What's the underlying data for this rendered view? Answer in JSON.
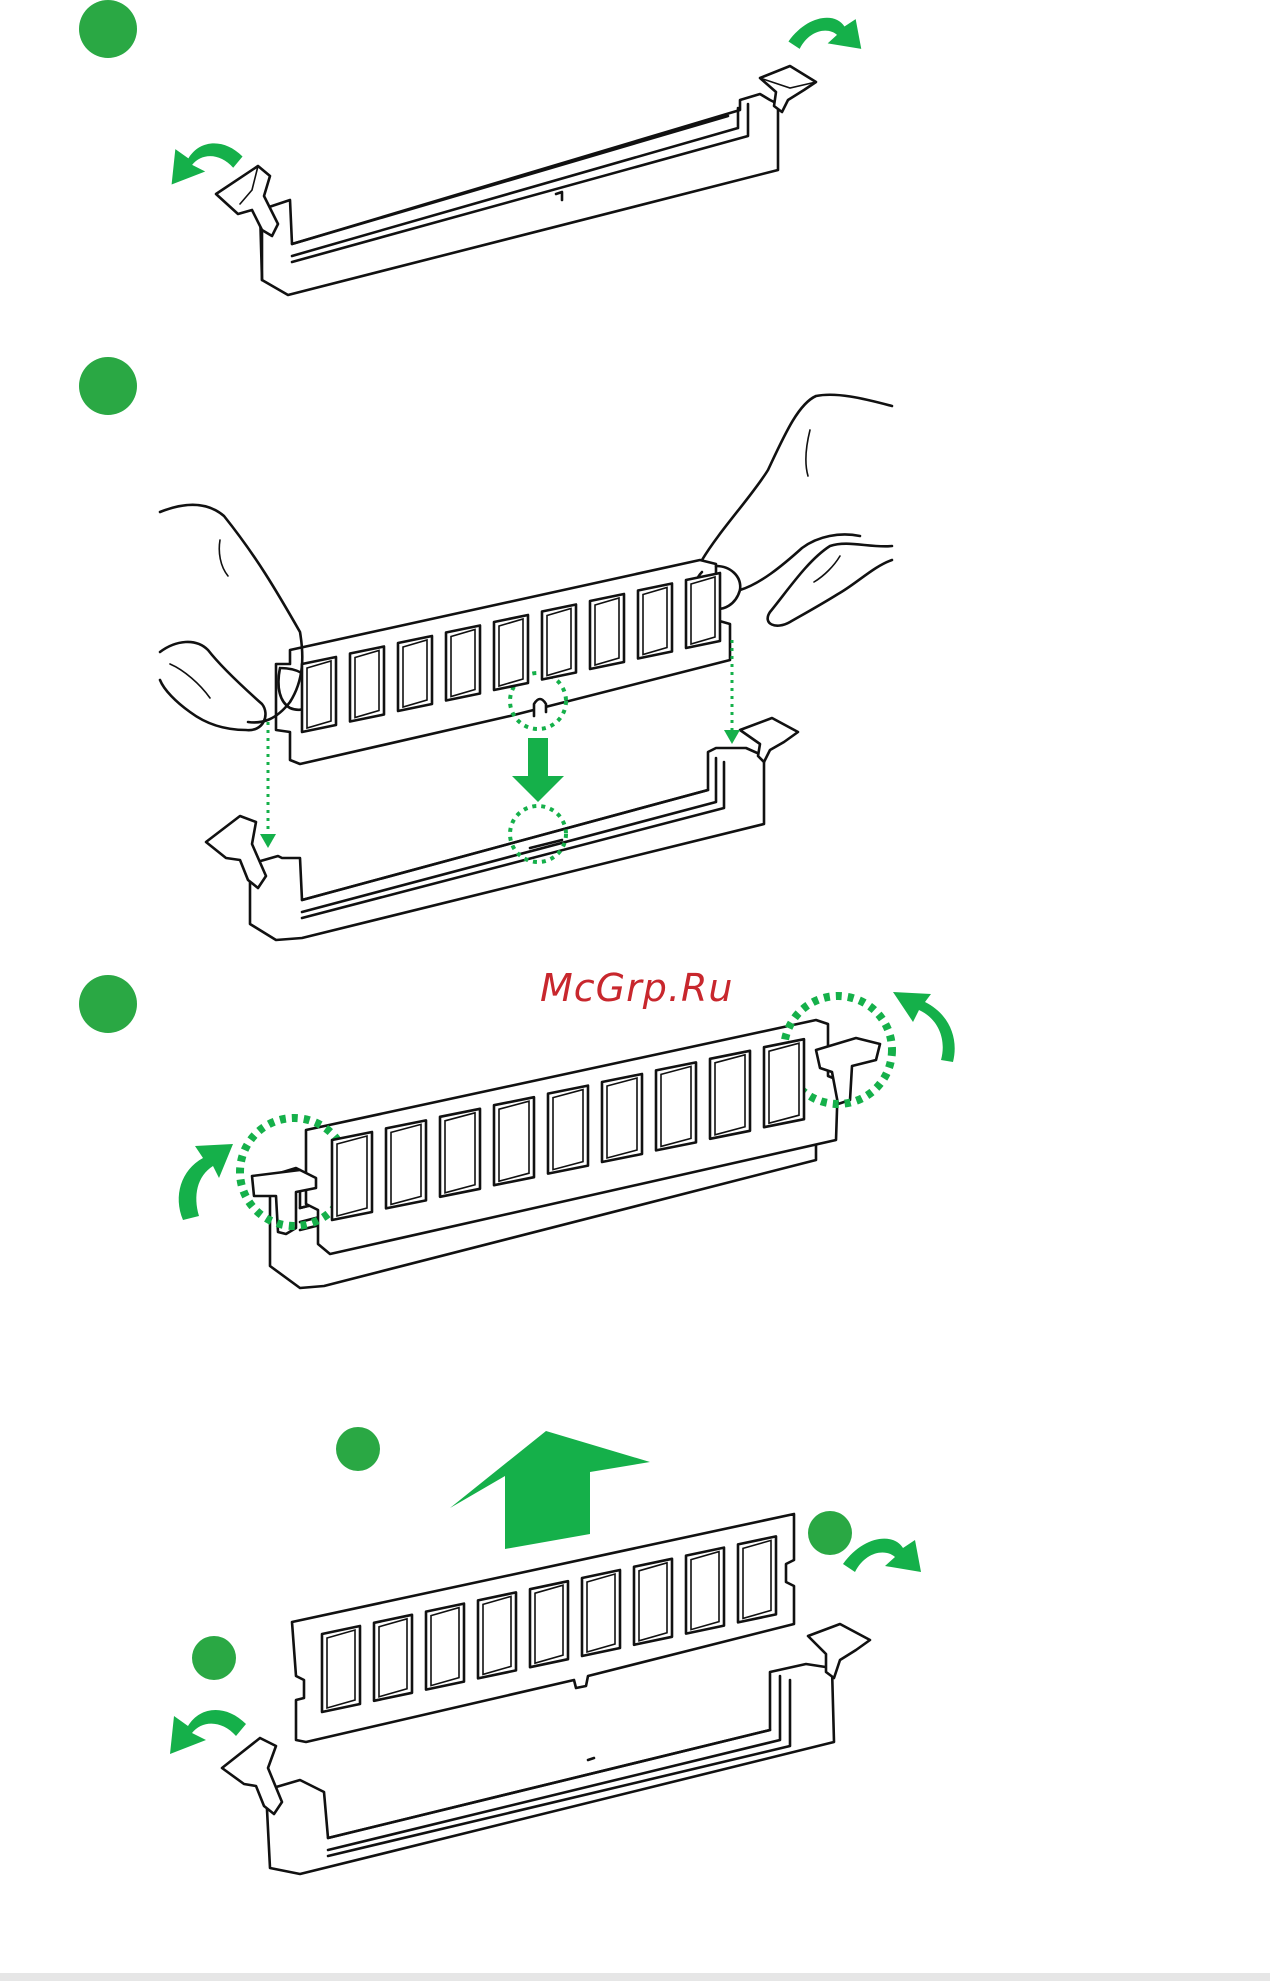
{
  "watermark": {
    "text": "McGrp.Ru"
  },
  "colors": {
    "accent_green": "#2aa844",
    "arrow_green": "#15b04a",
    "watermark_red": "#c8272d",
    "line": "#111111",
    "bottom_bar": "#e6e6e6"
  },
  "icons": {
    "step_marker": "green-circle",
    "rotate_arrow": "curved-arrow",
    "insert_arrow": "down-arrow",
    "remove_arrow": "up-arrow"
  }
}
